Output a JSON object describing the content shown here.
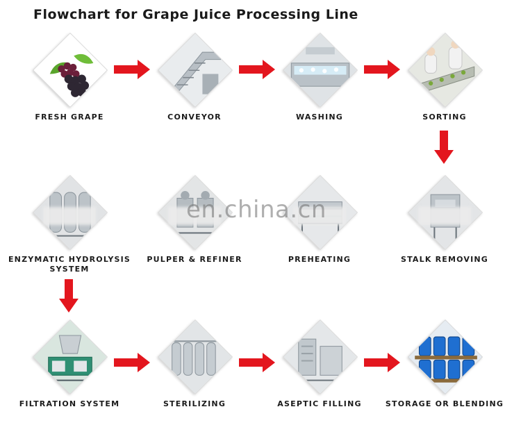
{
  "title": "Flowchart for Grape Juice Processing Line",
  "watermark": "en.china.cn",
  "colors": {
    "arrow": "#e3161e",
    "text": "#1b1b1b",
    "drum": "#1f6fd1"
  },
  "steps": [
    {
      "label": "FRESH GRAPE",
      "icon": "grape-icon"
    },
    {
      "label": "CONVEYOR",
      "icon": "conveyor-icon"
    },
    {
      "label": "WASHING",
      "icon": "washing-machine-icon"
    },
    {
      "label": "SORTING",
      "icon": "sorting-table-icon"
    },
    {
      "label": "STALK REMOVING",
      "icon": "stalk-remover-icon"
    },
    {
      "label": "PREHEATING",
      "icon": "preheater-icon"
    },
    {
      "label": "PULPER & REFINER",
      "icon": "pulper-icon"
    },
    {
      "label": "ENZYMATIC HYDROLYSIS SYSTEM",
      "icon": "hydrolysis-tank-icon"
    },
    {
      "label": "FILTRATION SYSTEM",
      "icon": "filter-machine-icon"
    },
    {
      "label": "STERILIZING",
      "icon": "sterilizer-icon"
    },
    {
      "label": "ASEPTIC FILLING",
      "icon": "filling-machine-icon"
    },
    {
      "label": "STORAGE OR BLENDING",
      "icon": "blue-drums-icon"
    }
  ]
}
